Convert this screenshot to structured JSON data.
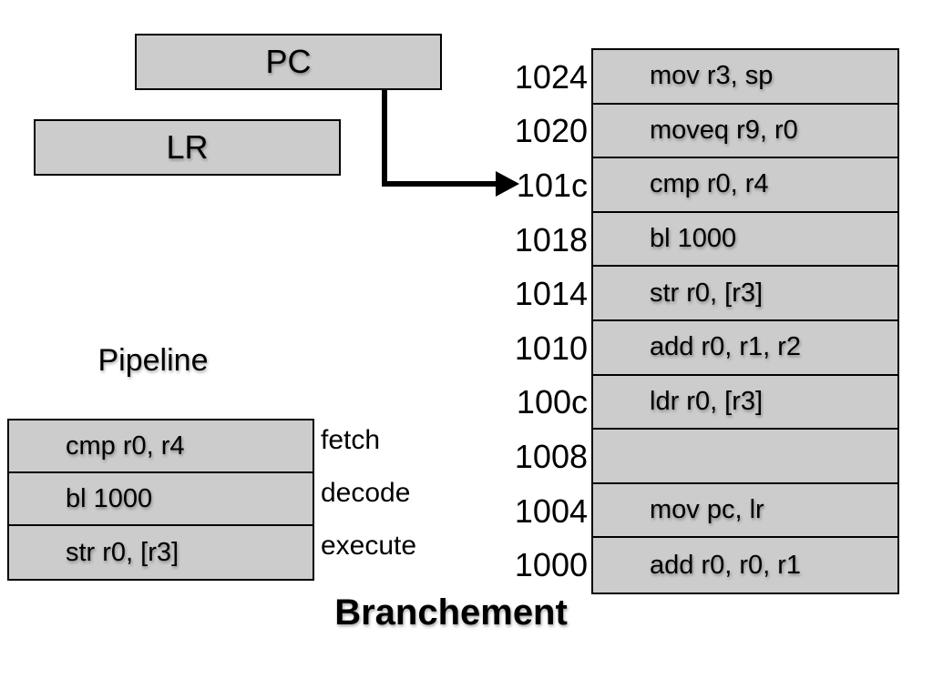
{
  "title": "Branchement",
  "registers": {
    "pc_label": "PC",
    "lr_label": "LR"
  },
  "pipeline": {
    "label": "Pipeline",
    "rows": [
      {
        "instruction": "cmp r0, r4",
        "stage": "fetch"
      },
      {
        "instruction": "bl 1000",
        "stage": "decode"
      },
      {
        "instruction": "str r0, [r3]",
        "stage": "execute"
      }
    ]
  },
  "memory": {
    "rows": [
      {
        "address": "1024",
        "instruction": "mov r3, sp"
      },
      {
        "address": "1020",
        "instruction": "moveq r9, r0"
      },
      {
        "address": "101c",
        "instruction": "cmp r0, r4"
      },
      {
        "address": "1018",
        "instruction": "bl 1000"
      },
      {
        "address": "1014",
        "instruction": "str r0, [r3]"
      },
      {
        "address": "1010",
        "instruction": "add r0, r1, r2"
      },
      {
        "address": "100c",
        "instruction": "ldr r0, [r3]"
      },
      {
        "address": "1008",
        "instruction": ""
      },
      {
        "address": "1004",
        "instruction": "mov pc, lr"
      },
      {
        "address": "1000",
        "instruction": "add r0, r0, r1"
      }
    ],
    "arrow_points_to": "101c"
  },
  "colors": {
    "background": "#ffffff",
    "box_fill": "#cccccc",
    "box_border": "#000000",
    "arrow": "#000000",
    "text": "#000000"
  }
}
